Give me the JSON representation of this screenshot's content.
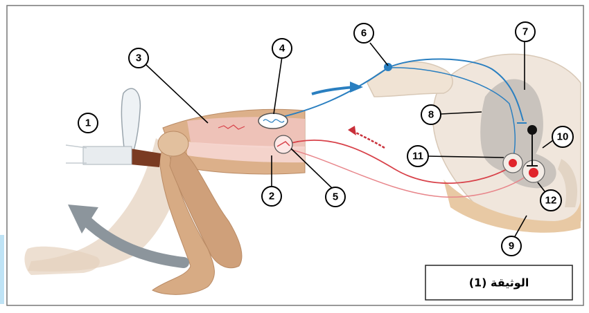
{
  "caption": "الوثيقة (1)",
  "labels": {
    "n1": "1",
    "n2": "2",
    "n3": "3",
    "n4": "4",
    "n5": "5",
    "n6": "6",
    "n7": "7",
    "n8": "8",
    "n9": "9",
    "n10": "10",
    "n11": "11",
    "n12": "12"
  },
  "colors": {
    "skin": "#d9b48f",
    "skin_shadow": "#c79a72",
    "muscle": "#f1c6c0",
    "sensory_neuron": "#2a7fc0",
    "motor_neuron": "#d8424a",
    "spinal_gray": "#c9c3bd",
    "spinal_white": "#f1ebe4",
    "arrow_gray": "#8c959c"
  }
}
